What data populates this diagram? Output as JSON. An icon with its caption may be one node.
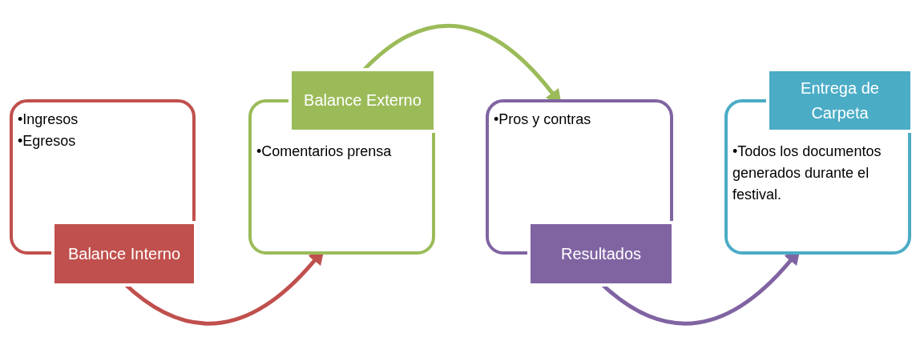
{
  "diagram": {
    "nodes": [
      {
        "text": [
          "•Ingresos",
          "•Egresos"
        ]
      },
      {
        "text": [
          "Balance Interno"
        ]
      },
      {
        "text": [
          "•Comentarios prensa"
        ]
      },
      {
        "text": [
          "Balance Externo"
        ]
      },
      {
        "text": [
          "•Pros y contras"
        ]
      },
      {
        "text": [
          "Resultados"
        ]
      },
      {
        "text": [
          "•Todos los documentos generados durante el festival."
        ]
      },
      {
        "text": [
          "Entrega de Carpeta"
        ]
      }
    ],
    "edges": [
      {
        "from": 1,
        "to": 2,
        "arrow": "to",
        "color": "#c0504d"
      },
      {
        "from": 3,
        "to": 4,
        "arrow": "to",
        "color": "#9bbb59"
      },
      {
        "from": 5,
        "to": 6,
        "arrow": "to",
        "color": "#8064a2"
      }
    ]
  }
}
